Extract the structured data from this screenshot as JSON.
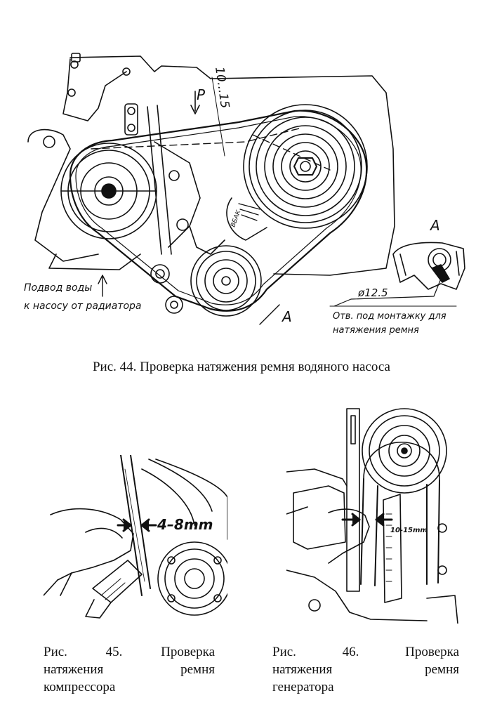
{
  "figure44": {
    "caption": "Рис. 44. Проверка натяжения ремня водяного насоса",
    "label_water_line1": "Подвод воды",
    "label_water_line2": "к насосу от радиатора",
    "label_p": "P",
    "label_gap": "10...15",
    "label_a_main": "A",
    "label_a_detail": "A",
    "label_diameter": "ø12.5",
    "label_hole_line1": "Отв. под монтажку для",
    "label_hole_line2": "натяжения ремня",
    "label_scale": "ВБАК"
  },
  "figure45": {
    "caption_words_line1": [
      "Рис.",
      "45.",
      "Проверка"
    ],
    "caption_words_line2": [
      "натяжения",
      "ремня"
    ],
    "caption_line3": "компрессора",
    "label_gap": "4–8mm"
  },
  "figure46": {
    "caption_words_line1": [
      "Рис.",
      "46.",
      "Проверка"
    ],
    "caption_words_line2": [
      "натяжения",
      "ремня"
    ],
    "caption_line3": "генератора",
    "label_gap": "10-15mm"
  }
}
